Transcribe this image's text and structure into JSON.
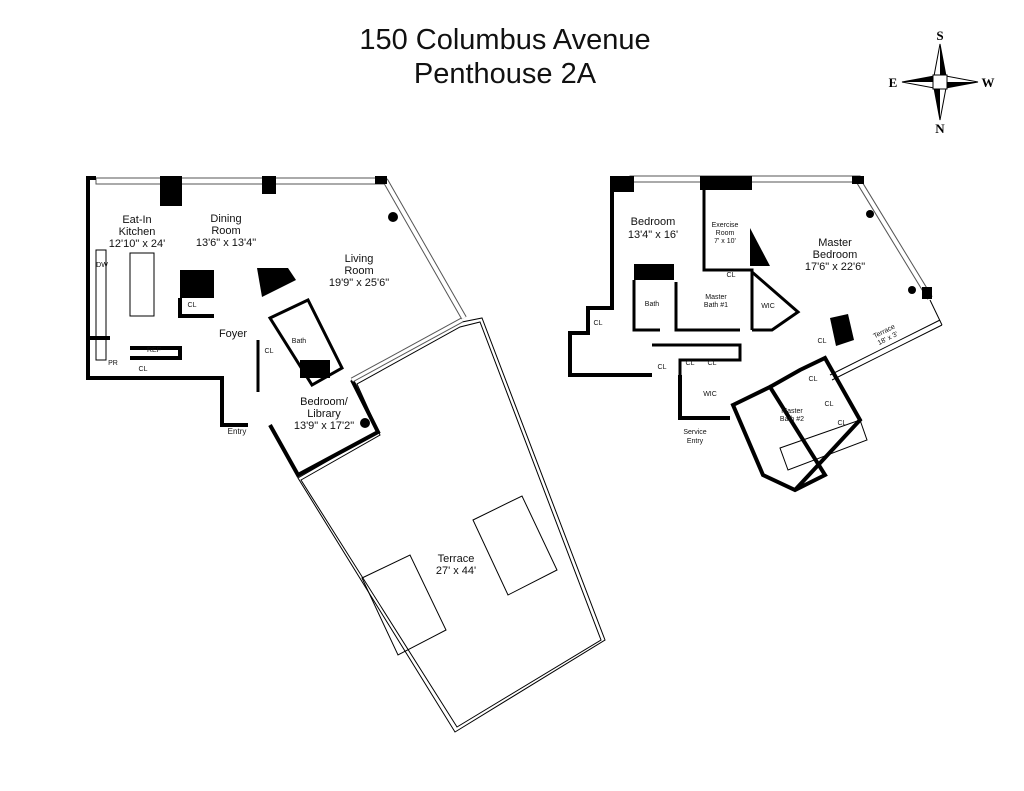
{
  "title": {
    "line1": "150 Columbus Avenue",
    "line2": "Penthouse 2A"
  },
  "compass": {
    "s": "S",
    "n": "N",
    "e": "E",
    "w": "W"
  },
  "rooms_lower": {
    "kitchen": {
      "name1": "Eat-In",
      "name2": "Kitchen",
      "dims": "12'10\" x 24'"
    },
    "dining": {
      "name1": "Dining",
      "name2": "Room",
      "dims": "13'6\" x 13'4\""
    },
    "living": {
      "name1": "Living",
      "name2": "Room",
      "dims": "19'9\" x 25'6\""
    },
    "foyer": "Foyer",
    "bedroom_library": {
      "name1": "Bedroom/",
      "name2": "Library",
      "dims": "13'9\" x 17'2\""
    },
    "terrace": {
      "name": "Terrace",
      "dims": "27' x 44'"
    },
    "entry": "Entry",
    "bath": "Bath",
    "cl": "CL",
    "pr": "PR",
    "ref": "REF",
    "dw": "DW"
  },
  "rooms_upper": {
    "bedroom": {
      "name": "Bedroom",
      "dims": "13'4\" x 16'"
    },
    "exercise": {
      "name1": "Exercise",
      "name2": "Room",
      "dims": "7' x 10'"
    },
    "master_bedroom": {
      "name1": "Master",
      "name2": "Bedroom",
      "dims": "17'6\" x 22'6\""
    },
    "bath": "Bath",
    "master_bath_1": {
      "name1": "Master",
      "name2": "Bath #1"
    },
    "wic": "WIC",
    "cl": "CL",
    "terrace": {
      "name": "Terrace",
      "dims": "18' x 3'"
    },
    "service_entry": {
      "line1": "Service",
      "line2": "Entry"
    },
    "master_bath_2": {
      "name1": "Master",
      "name2": "Bath #2"
    }
  }
}
